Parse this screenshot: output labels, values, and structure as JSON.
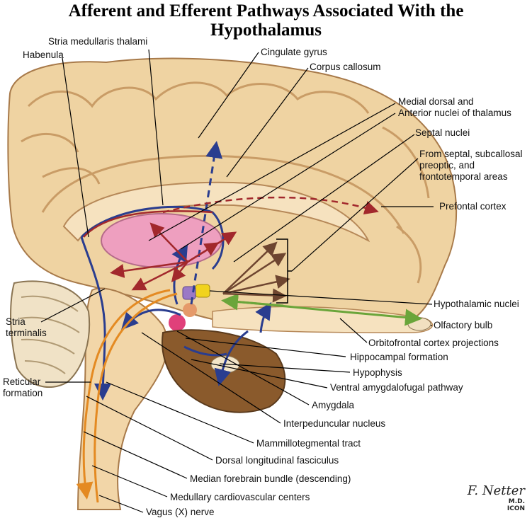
{
  "title": {
    "line1": "Afferent and Efferent Pathways Associated With the",
    "line2": "Hypothalamus"
  },
  "labels": {
    "stria_medullaris": "Stria medullaris thalami",
    "habenula": "Habenula",
    "cingulate_gyrus": "Cingulate gyrus",
    "corpus_callosum": "Corpus callosum",
    "medial_dorsal_1": "Medial dorsal and",
    "medial_dorsal_2": "Anterior nuclei of thalamus",
    "septal_nuclei": "Septal nuclei",
    "from_septal_1": "From septal, subcallosal",
    "from_septal_2": "preoptic, and",
    "from_septal_3": "frontotemporal areas",
    "prefrontal_cortex": "Prefontal cortex",
    "hypothalamic_nuclei": "Hypothalamic nuclei",
    "olfactory_bulb": "Olfactory bulb",
    "orbitofrontal": "Orbitofrontal  cortex projections",
    "hippocampal": "Hippocampal formation",
    "hypophysis": "Hypophysis",
    "ventral_amygdalofugal": "Ventral amygdalofugal pathway",
    "amygdala": "Amygdala",
    "interpeduncular": "Interpeduncular nucleus",
    "mammillotegmental": "Mammillotegmental tract",
    "dorsal_longitudinal": "Dorsal longitudinal fasciculus",
    "median_forebrain": "Median forebrain bundle (descending)",
    "medullary_cardiovascular": "Medullary cardiovascular centers",
    "vagus": "Vagus (X) nerve",
    "stria_terminalis_1": "Stria",
    "stria_terminalis_2": "terminalis",
    "reticular_1": "Reticular",
    "reticular_2": "formation"
  },
  "signature": {
    "name": "F. Netter",
    "credit": "M.D.",
    "logo": "ICON"
  },
  "colors": {
    "brain_tissue": "#efd3a2",
    "gyri_shadow": "#c99c66",
    "thalamus": "#ee9fbf",
    "cerebellum": "#8a5a2c",
    "blue_pathway": "#2a3d8f",
    "red_pathway": "#a2282c",
    "orange_pathway": "#e48a22",
    "green_pathway": "#6aa53a",
    "brown_pathway": "#6e4530"
  }
}
